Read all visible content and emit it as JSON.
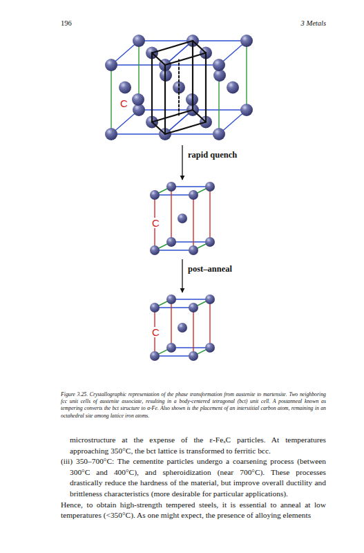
{
  "diagram": {
    "caption": "Figure 3.25. Crystallographic representation of the phase transformation from austenite to martensite. Two neighboring fcc unit cells of austenite associate, resulting in a body-centered tetragonal (bct) unit cell. A postanneal known as tempering converts the bct structure to α-Fe. Also shown is the placement of an interstitial carbon atom, remaining in an octahedral site among lattice iron atoms.",
    "nodes": [
      {
        "text": [
          "C"
        ]
      },
      {
        "text": [
          "C"
        ]
      },
      {
        "text": [
          "C"
        ]
      }
    ],
    "edges": [
      {
        "from": 0,
        "to": 1,
        "arrow": "to",
        "label": "rapid quench"
      },
      {
        "from": 1,
        "to": 2,
        "arrow": "to",
        "label": "post–anneal"
      }
    ],
    "labels": [
      "196",
      "3 Metals",
      "microstructure at the expense of the ε-FeₓC particles. At temperatures approaching 350°C, the bct lattice is transformed to ferritic bcc.",
      "(iii) 350–700°C: The cementite particles undergo a coarsening process (between 300°C and 400°C), and spheroidization (near 700°C). These processes drastically reduce the hardness of the material, but improve overall ductility and brittleness characteristics (more desirable for particular applications).",
      "Hence, to obtain high-strength tempered steels, it is essential to anneal at low temperatures (<350°C). As one might expect, the presence of alloying elements"
    ]
  }
}
